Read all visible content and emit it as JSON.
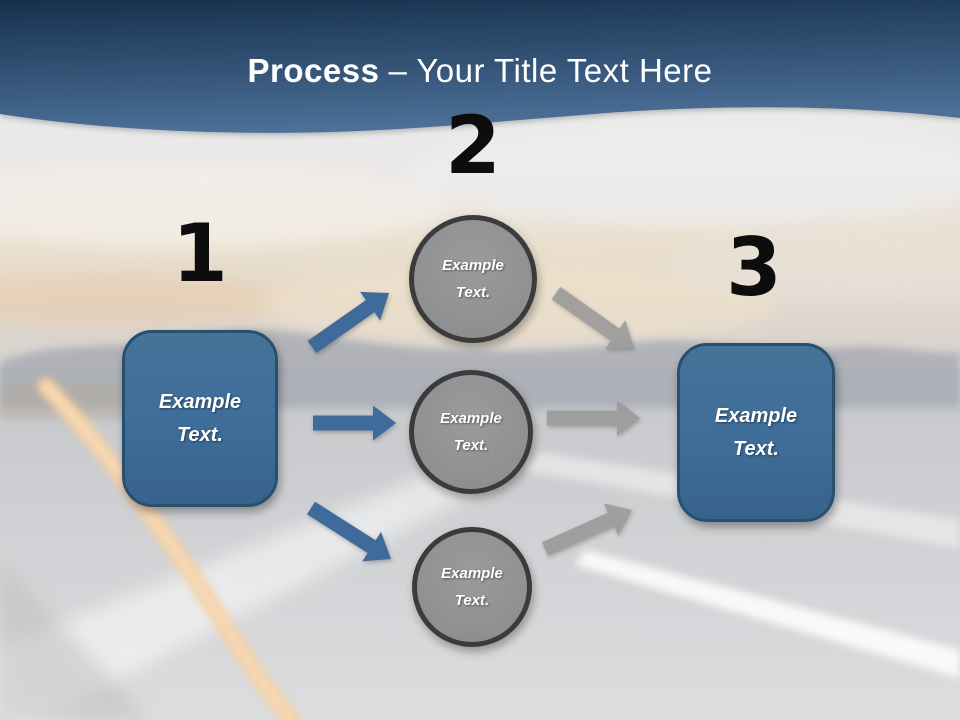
{
  "slide": {
    "title": {
      "emphasis": "Process",
      "separator": "–",
      "rest": "Your Title Text Here"
    }
  },
  "diagram": {
    "steps": [
      {
        "number": "1",
        "label": "Example Text."
      },
      {
        "number": "2"
      },
      {
        "number": "3",
        "label": "Example Text."
      }
    ],
    "circles": [
      {
        "label": "Example Text."
      },
      {
        "label": "Example Text."
      },
      {
        "label": "Example Text."
      }
    ],
    "colors": {
      "header_top": "#16314d",
      "header_bottom": "#4c7098",
      "title_text": "#ffffff",
      "box_fill": "#3e6d9a",
      "box_border": "#27506f",
      "circle_fill": "#8f9092",
      "circle_border": "#3b3b3b",
      "arrow_blue": "#3e6b99",
      "arrow_gray": "#9a9a9a",
      "number": "#0d0d0d",
      "road_line_orange": "#f4cfa1"
    }
  }
}
